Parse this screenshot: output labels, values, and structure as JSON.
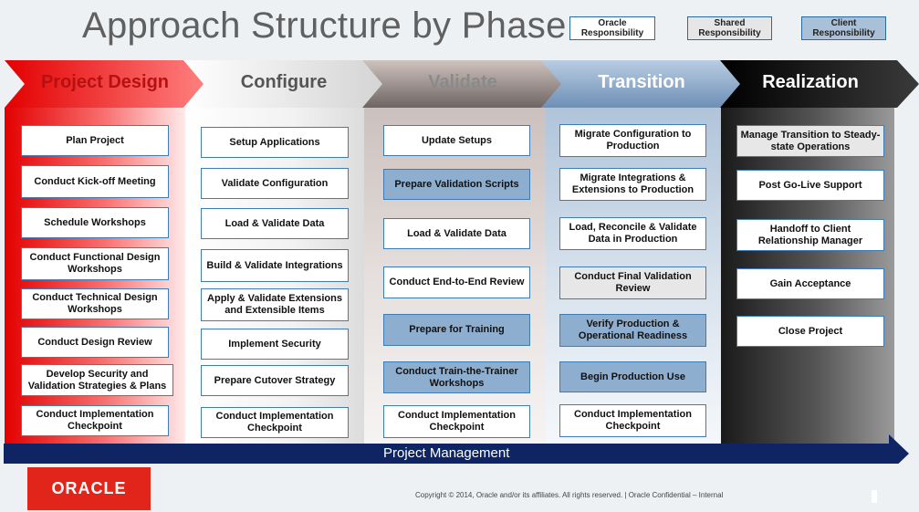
{
  "title": "Approach Structure by Phase",
  "legend": {
    "oracle": "Oracle Responsibility",
    "shared": "Shared Responsibility",
    "client": "Client Responsibility"
  },
  "colors": {
    "oracle": "#ffffff",
    "shared": "#e7e7e7",
    "client": "#8eaed0",
    "project_management": "#0f2463",
    "oracle_red": "#e2251b"
  },
  "phases": [
    {
      "name": "Project Design",
      "tasks": [
        {
          "label": "Plan Project",
          "owner": "oracle"
        },
        {
          "label": "Conduct Kick-off Meeting",
          "owner": "oracle"
        },
        {
          "label": "Schedule Workshops",
          "owner": "oracle"
        },
        {
          "label": "Conduct Functional Design Workshops",
          "owner": "oracle"
        },
        {
          "label": "Conduct Technical Design Workshops",
          "owner": "oracle"
        },
        {
          "label": "Conduct Design Review",
          "owner": "oracle"
        },
        {
          "label": "Develop Security and Validation Strategies & Plans",
          "owner": "oracle"
        },
        {
          "label": "Conduct Implementation Checkpoint",
          "owner": "oracle"
        }
      ]
    },
    {
      "name": "Configure",
      "tasks": [
        {
          "label": "Setup Applications",
          "owner": "oracle"
        },
        {
          "label": "Validate Configuration",
          "owner": "oracle"
        },
        {
          "label": "Load & Validate Data",
          "owner": "oracle"
        },
        {
          "label": "Build & Validate Integrations",
          "owner": "oracle"
        },
        {
          "label": "Apply & Validate Extensions and Extensible Items",
          "owner": "oracle"
        },
        {
          "label": "Implement Security",
          "owner": "oracle"
        },
        {
          "label": "Prepare Cutover Strategy",
          "owner": "oracle"
        },
        {
          "label": "Conduct Implementation Checkpoint",
          "owner": "oracle"
        }
      ]
    },
    {
      "name": "Validate",
      "tasks": [
        {
          "label": "Update Setups",
          "owner": "oracle"
        },
        {
          "label": "Prepare Validation Scripts",
          "owner": "client"
        },
        {
          "label": "Load & Validate Data",
          "owner": "oracle"
        },
        {
          "label": "Conduct End-to-End Review",
          "owner": "oracle"
        },
        {
          "label": "Prepare for Training",
          "owner": "client"
        },
        {
          "label": "Conduct Train-the-Trainer Workshops",
          "owner": "client"
        },
        {
          "label": "Conduct Implementation Checkpoint",
          "owner": "oracle"
        }
      ]
    },
    {
      "name": "Transition",
      "tasks": [
        {
          "label": "Migrate Configuration to Production",
          "owner": "oracle"
        },
        {
          "label": "Migrate Integrations & Extensions to Production",
          "owner": "oracle"
        },
        {
          "label": "Load, Reconcile & Validate Data in Production",
          "owner": "oracle"
        },
        {
          "label": "Conduct Final Validation Review",
          "owner": "shared"
        },
        {
          "label": "Verify Production & Operational Readiness",
          "owner": "client"
        },
        {
          "label": "Begin Production Use",
          "owner": "client"
        },
        {
          "label": "Conduct Implementation Checkpoint",
          "owner": "oracle"
        }
      ]
    },
    {
      "name": "Realization",
      "tasks": [
        {
          "label": "Manage Transition to Steady-state Operations",
          "owner": "shared"
        },
        {
          "label": "Post Go-Live Support",
          "owner": "oracle"
        },
        {
          "label": "Handoff to Client Relationship Manager",
          "owner": "oracle"
        },
        {
          "label": "Gain Acceptance",
          "owner": "oracle"
        },
        {
          "label": "Close Project",
          "owner": "oracle"
        }
      ]
    }
  ],
  "project_management": "Project Management",
  "logo": "ORACLE",
  "copyright": "Copyright © 2014, Oracle and/or its affiliates. All rights reserved.  |  Oracle Confidential – Internal"
}
